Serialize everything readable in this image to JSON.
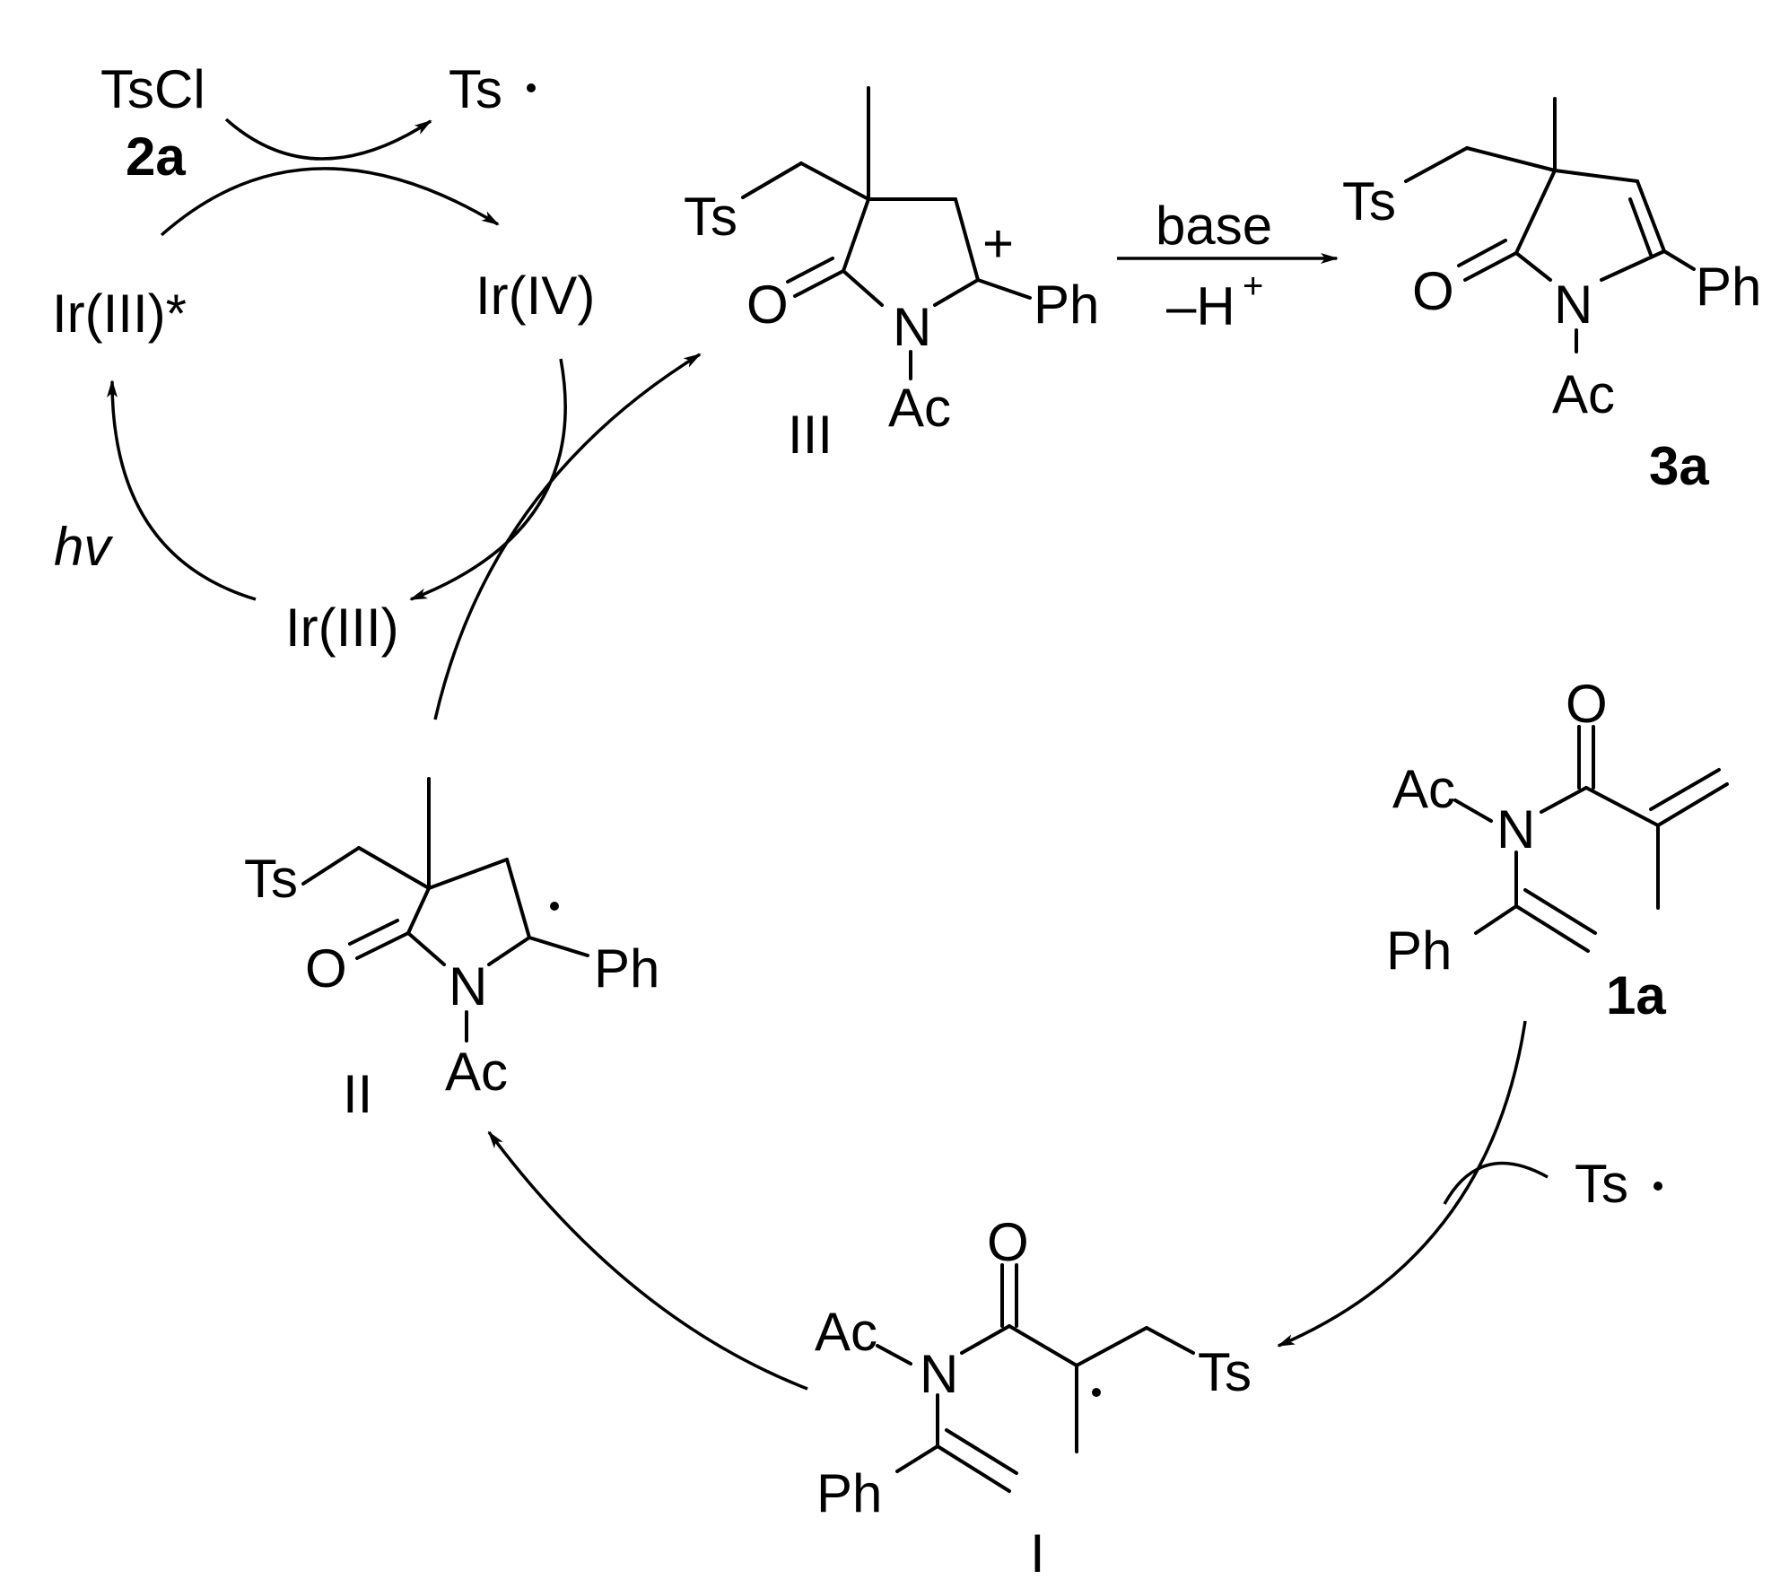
{
  "catalytic_cycle": {
    "reagent": "TsCl",
    "reagent_number": "2a",
    "ts_radical_top": "Ts",
    "ir_excited": "Ir(III)*",
    "ir_iv": "Ir(IV)",
    "ir_iii": "Ir(III)",
    "light_label": "hv"
  },
  "intermediate_III": {
    "label": "III",
    "ts": "Ts",
    "o": "O",
    "n": "N",
    "ac": "Ac",
    "ph": "Ph",
    "charge": "+"
  },
  "deprotonation": {
    "base": "base",
    "proton": "–H",
    "proton_charge": "+"
  },
  "product": {
    "number": "3a",
    "ts": "Ts",
    "o": "O",
    "n": "N",
    "ac": "Ac",
    "ph": "Ph"
  },
  "substrate": {
    "number": "1a",
    "o": "O",
    "ac": "Ac",
    "n": "N",
    "ph": "Ph"
  },
  "radical_addition": {
    "ts": "Ts"
  },
  "intermediate_I": {
    "label": "I",
    "o": "O",
    "ac": "Ac",
    "n": "N",
    "ph": "Ph",
    "ts": "Ts"
  },
  "intermediate_II": {
    "label": "II",
    "ts": "Ts",
    "o": "O",
    "n": "N",
    "ac": "Ac",
    "ph": "Ph"
  }
}
